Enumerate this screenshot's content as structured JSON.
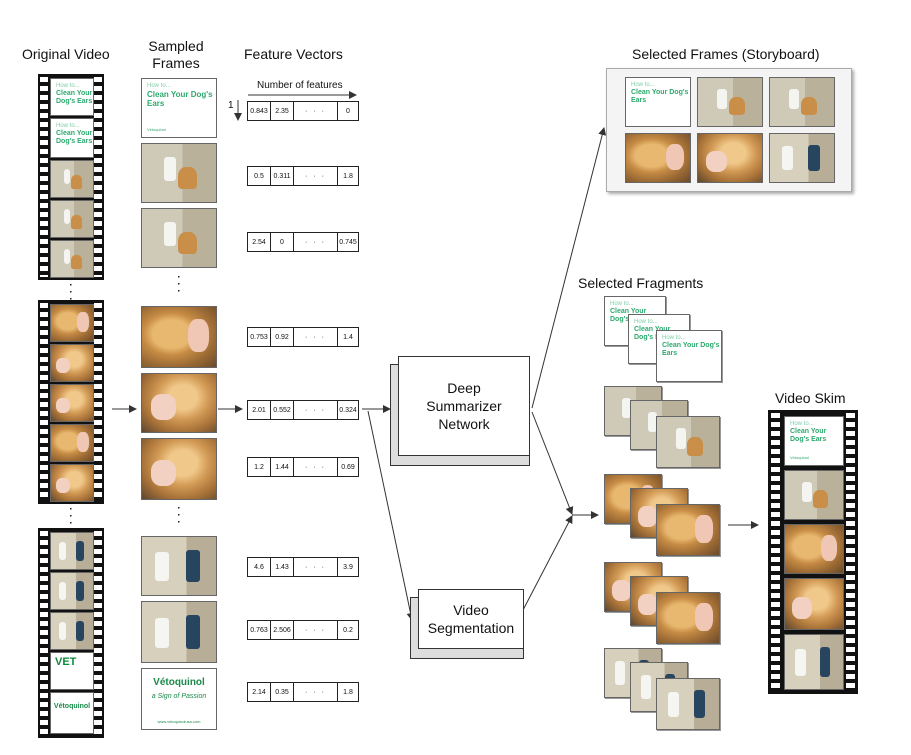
{
  "headers": {
    "original_video": "Original Video",
    "sampled_frames": "Sampled Frames",
    "feature_vectors": "Feature Vectors",
    "selected_frames": "Selected Frames (Storyboard)",
    "selected_fragments": "Selected Fragments",
    "video_skim": "Video Skim",
    "number_of_features": "Number of features",
    "index_one": "1"
  },
  "boxes": {
    "deep_summarizer": "Deep Summarizer Network",
    "video_segmentation": "Video Segmentation"
  },
  "thumb_text": {
    "how_to": "How to...",
    "title": "Clean Your Dog's Ears",
    "brand_small": "Vétoquinol",
    "vet_label": "VET",
    "brand": "Vétoquinol",
    "tagline": "a Sign of Passion",
    "url": "www.vetoquinolusa.com"
  },
  "ellipsis": "· · ·",
  "feature_vectors": [
    [
      "0.843",
      "2.35",
      "0"
    ],
    [
      "0.5",
      "0.311",
      "1.8"
    ],
    [
      "2.54",
      "0",
      "0.745"
    ],
    [
      "0.753",
      "0.92",
      "1.4"
    ],
    [
      "2.01",
      "0.552",
      "0.324"
    ],
    [
      "1.2",
      "1.44",
      "0.69"
    ],
    [
      "4.6",
      "1.43",
      "3.9"
    ],
    [
      "0.763",
      "2.506",
      "0.2"
    ],
    [
      "2.14",
      "0.35",
      "1.8"
    ]
  ]
}
